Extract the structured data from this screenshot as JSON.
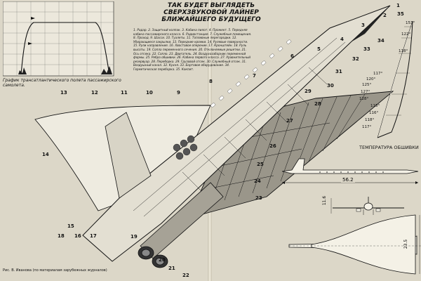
{
  "title": "ТАК БУДЕТ ВЫГЛЯДЕТЬ СВЕРХЗВУКОВОЙ ЛАЙНЕР БЛИЖАЙШЕГО БУДУЩЕГО",
  "legend_text": "1. Радар. 2. Защитный колпак. 3. Кабина пилот. 4. Прожект. 5. Передняя кабина пассажирского класса. 6. Радиостанция. 7. Служебные помещения. 8. Проход. 9. Шасси. 10. Туалеты. 11. Топливные перегородки. 12. Убирающиеся закрылки. 13. Передние кромки. 14. Рулевые поверхности. 15. Рули направления. 16. Хвостовое оперение. 17. Кронштейн. 18. Руль высоты. 19. Сопла переменного сечения. 20. Отклоняемые решетки. 21. Ось отсека. 22. Сопло. 23. Двигатель. 24. Воздухозаборник переменной формы. 25. Ребра обшивки. 26. Кабина первого класса. 27. Уравнительный резервуар. 28. Переборка. 29. Грузовой отсек. 30. Служебный отсек. 31. Воздушный канал. 32. Кухня. 33. Бортовое оборудование. 34. Герметическая переборка. 35. Кокпит.",
  "flight_caption": "График трансатлантического полета пассажирского самолета.",
  "credit": "Рис. В. Иванова (по материалам зарубежных журналов)",
  "temp_title": "ТЕМПЕРАТУРА ОБШИВКИ",
  "dimension_length": "56.2",
  "dimension_height": "11.6",
  "dimension_span": "23.5",
  "temperatures": [
    "153°",
    "122°",
    "118°",
    "117°",
    "120°",
    "125°",
    "127°",
    "128°",
    "115°",
    "116°",
    "118°",
    "117°"
  ],
  "callouts": {
    "n1": "1",
    "n2": "2",
    "n3": "3",
    "n4": "4",
    "n5": "5",
    "n6": "6",
    "n7": "7",
    "n8": "8",
    "n9": "9",
    "n10": "10",
    "n11": "11",
    "n12": "12",
    "n13": "13",
    "n14": "14",
    "n15": "15",
    "n16": "16",
    "n17": "17",
    "n18": "18",
    "n19": "19",
    "n20": "20",
    "n21": "21",
    "n22": "22",
    "n23": "23",
    "n24": "24",
    "n25": "25",
    "n26": "26",
    "n27": "27",
    "n28": "28",
    "n29": "29",
    "n30": "30",
    "n31": "31",
    "n32": "32",
    "n33": "33",
    "n34": "34",
    "n35": "35"
  },
  "colors": {
    "paper": "#dcd7c8",
    "ink": "#111111",
    "shade": "#8e8a7e",
    "light": "#f2efe4"
  }
}
